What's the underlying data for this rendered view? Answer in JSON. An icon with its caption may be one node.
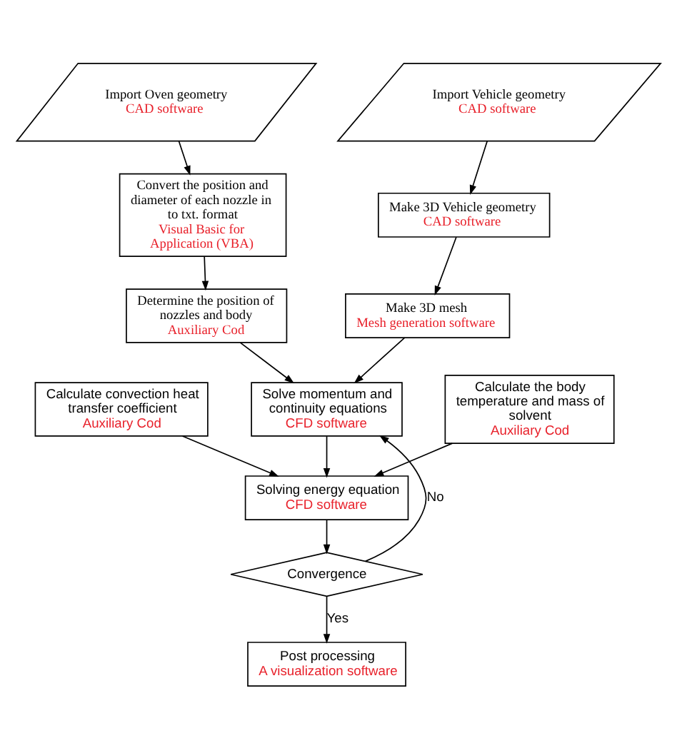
{
  "diagram": {
    "nodes": [
      {
        "text": [
          "Import Oven geometry",
          "CAD software"
        ]
      },
      {
        "text": [
          "Import Vehicle geometry",
          "CAD software"
        ]
      },
      {
        "text": [
          "Convert the position and diameter of each nozzle in to txt. format",
          "Visual Basic for Application (VBA)"
        ]
      },
      {
        "text": [
          "Make 3D Vehicle geometry",
          "CAD software"
        ]
      },
      {
        "text": [
          "Determine the position of nozzles and body",
          "Auxiliary Cod"
        ]
      },
      {
        "text": [
          "Make 3D mesh",
          "Mesh generation software"
        ]
      },
      {
        "text": [
          "Calculate convection heat transfer coefficient",
          "Auxiliary Cod"
        ]
      },
      {
        "text": [
          "Solve momentum and continuity equations",
          "CFD software"
        ]
      },
      {
        "text": [
          "Calculate the body temperature and mass of solvent",
          "Auxiliary Cod"
        ]
      },
      {
        "text": [
          "Solving energy equation",
          "CFD software"
        ]
      },
      {
        "text": [
          "Convergence"
        ]
      },
      {
        "text": [
          "Post processing",
          "A visualization software"
        ]
      }
    ],
    "edges": [
      {
        "from": 0,
        "to": 2,
        "arrow": "to"
      },
      {
        "from": 2,
        "to": 4,
        "arrow": "to"
      },
      {
        "from": 1,
        "to": 3,
        "arrow": "to"
      },
      {
        "from": 3,
        "to": 5,
        "arrow": "to"
      },
      {
        "from": 4,
        "to": 7,
        "arrow": "to"
      },
      {
        "from": 5,
        "to": 7,
        "arrow": "to"
      },
      {
        "from": 6,
        "to": 9,
        "arrow": "to"
      },
      {
        "from": 7,
        "to": 9,
        "arrow": "to"
      },
      {
        "from": 8,
        "to": 9,
        "arrow": "to"
      },
      {
        "from": 9,
        "to": 10,
        "arrow": "to"
      },
      {
        "from": 10,
        "to": 7,
        "arrow": "to",
        "label": "No"
      },
      {
        "from": 10,
        "to": 11,
        "arrow": "to",
        "label": "Yes"
      }
    ]
  }
}
